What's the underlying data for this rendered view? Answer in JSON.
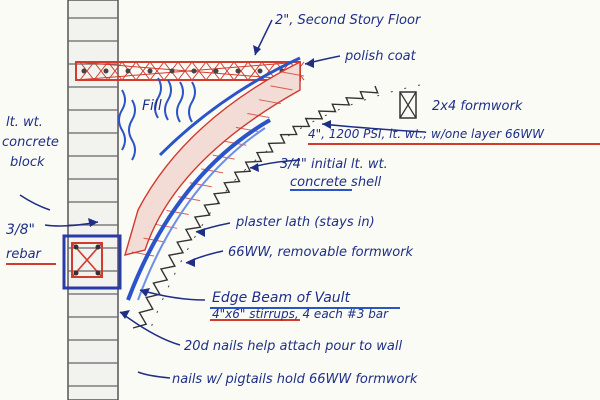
{
  "diagram": {
    "colors": {
      "ink": "#1f2f86",
      "pencil": "#7a7a7a",
      "red": "#d23a2e",
      "blue": "#2a54c8",
      "paper": "#fbfbf6"
    },
    "labels": {
      "second_story_floor": "2\", Second Story Floor",
      "polish_coat": "polish coat",
      "fill": "Fill",
      "formwork_2x4": "2x4 formwork",
      "lt_wt_concrete_block_1": "lt. wt.",
      "lt_wt_concrete_block_2": "concrete",
      "lt_wt_concrete_block_3": "block",
      "concrete_layer": "4\", 1200 PSI, lt. wt.; w/one layer 66WW",
      "initial_shell_1": "3/4\"  initial  lt. wt.",
      "initial_shell_2": "concrete  shell",
      "rebar_1": "3/8\"",
      "rebar_2": "rebar",
      "plaster_lath": "plaster lath (stays in)",
      "removable_formwork": "66WW, removable formwork",
      "edge_beam": "Edge Beam of Vault",
      "stirrups": "4\"x6\" stirrups, 4 each #3 bar",
      "nails_20d": "20d nails help attach pour to wall",
      "nails_pigtails": "nails w/ pigtails hold 66WW formwork"
    }
  }
}
